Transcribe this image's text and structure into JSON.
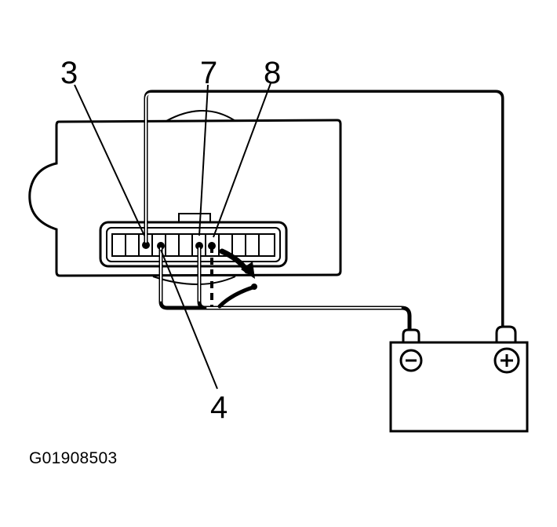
{
  "diagram": {
    "callouts": {
      "pin_3": "3",
      "pin_4": "4",
      "pin_7": "7",
      "pin_8": "8"
    },
    "battery": {
      "negative_symbol": "−",
      "positive_symbol": "+"
    },
    "caption": "G01908503"
  }
}
